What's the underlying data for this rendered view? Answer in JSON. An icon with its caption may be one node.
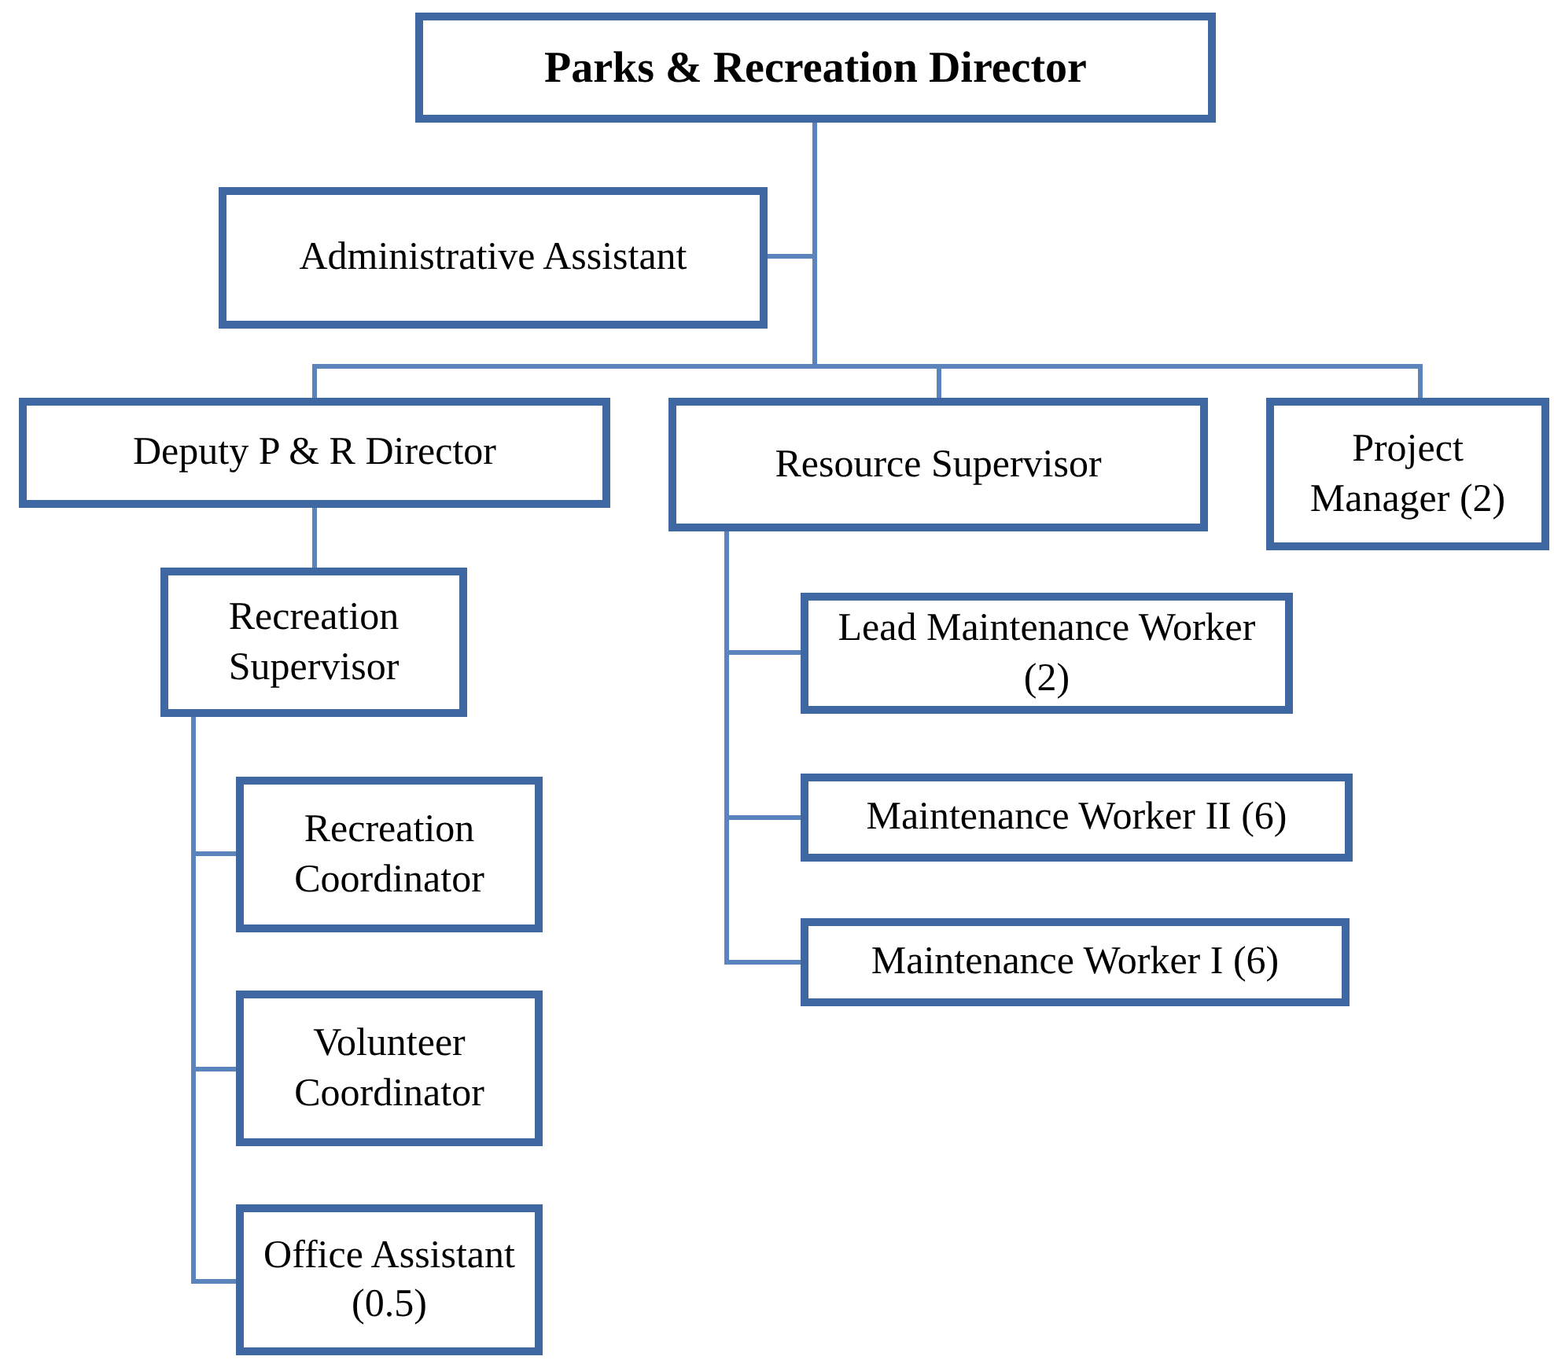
{
  "diagram": {
    "nodes": [
      {
        "text": [
          "Parks & Recreation Director"
        ]
      },
      {
        "text": [
          "Administrative Assistant"
        ]
      },
      {
        "text": [
          "Deputy P & R Director"
        ]
      },
      {
        "text": [
          "Resource Supervisor"
        ]
      },
      {
        "text": [
          "Project Manager (2)"
        ]
      },
      {
        "text": [
          "Recreation Supervisor"
        ]
      },
      {
        "text": [
          "Lead Maintenance Worker (2)"
        ]
      },
      {
        "text": [
          "Maintenance Worker II (6)"
        ]
      },
      {
        "text": [
          "Maintenance Worker I (6)"
        ]
      },
      {
        "text": [
          "Recreation Coordinator"
        ]
      },
      {
        "text": [
          "Volunteer Coordinator"
        ]
      },
      {
        "text": [
          "Office Assistant (0.5)"
        ]
      }
    ],
    "edges": [
      {
        "from": 0,
        "to": 1,
        "arrow": "none"
      },
      {
        "from": 0,
        "to": 2,
        "arrow": "none"
      },
      {
        "from": 0,
        "to": 3,
        "arrow": "none"
      },
      {
        "from": 0,
        "to": 4,
        "arrow": "none"
      },
      {
        "from": 2,
        "to": 5,
        "arrow": "none"
      },
      {
        "from": 5,
        "to": 9,
        "arrow": "none"
      },
      {
        "from": 5,
        "to": 10,
        "arrow": "none"
      },
      {
        "from": 5,
        "to": 11,
        "arrow": "none"
      },
      {
        "from": 3,
        "to": 6,
        "arrow": "none"
      },
      {
        "from": 3,
        "to": 7,
        "arrow": "none"
      },
      {
        "from": 3,
        "to": 8,
        "arrow": "none"
      }
    ]
  }
}
